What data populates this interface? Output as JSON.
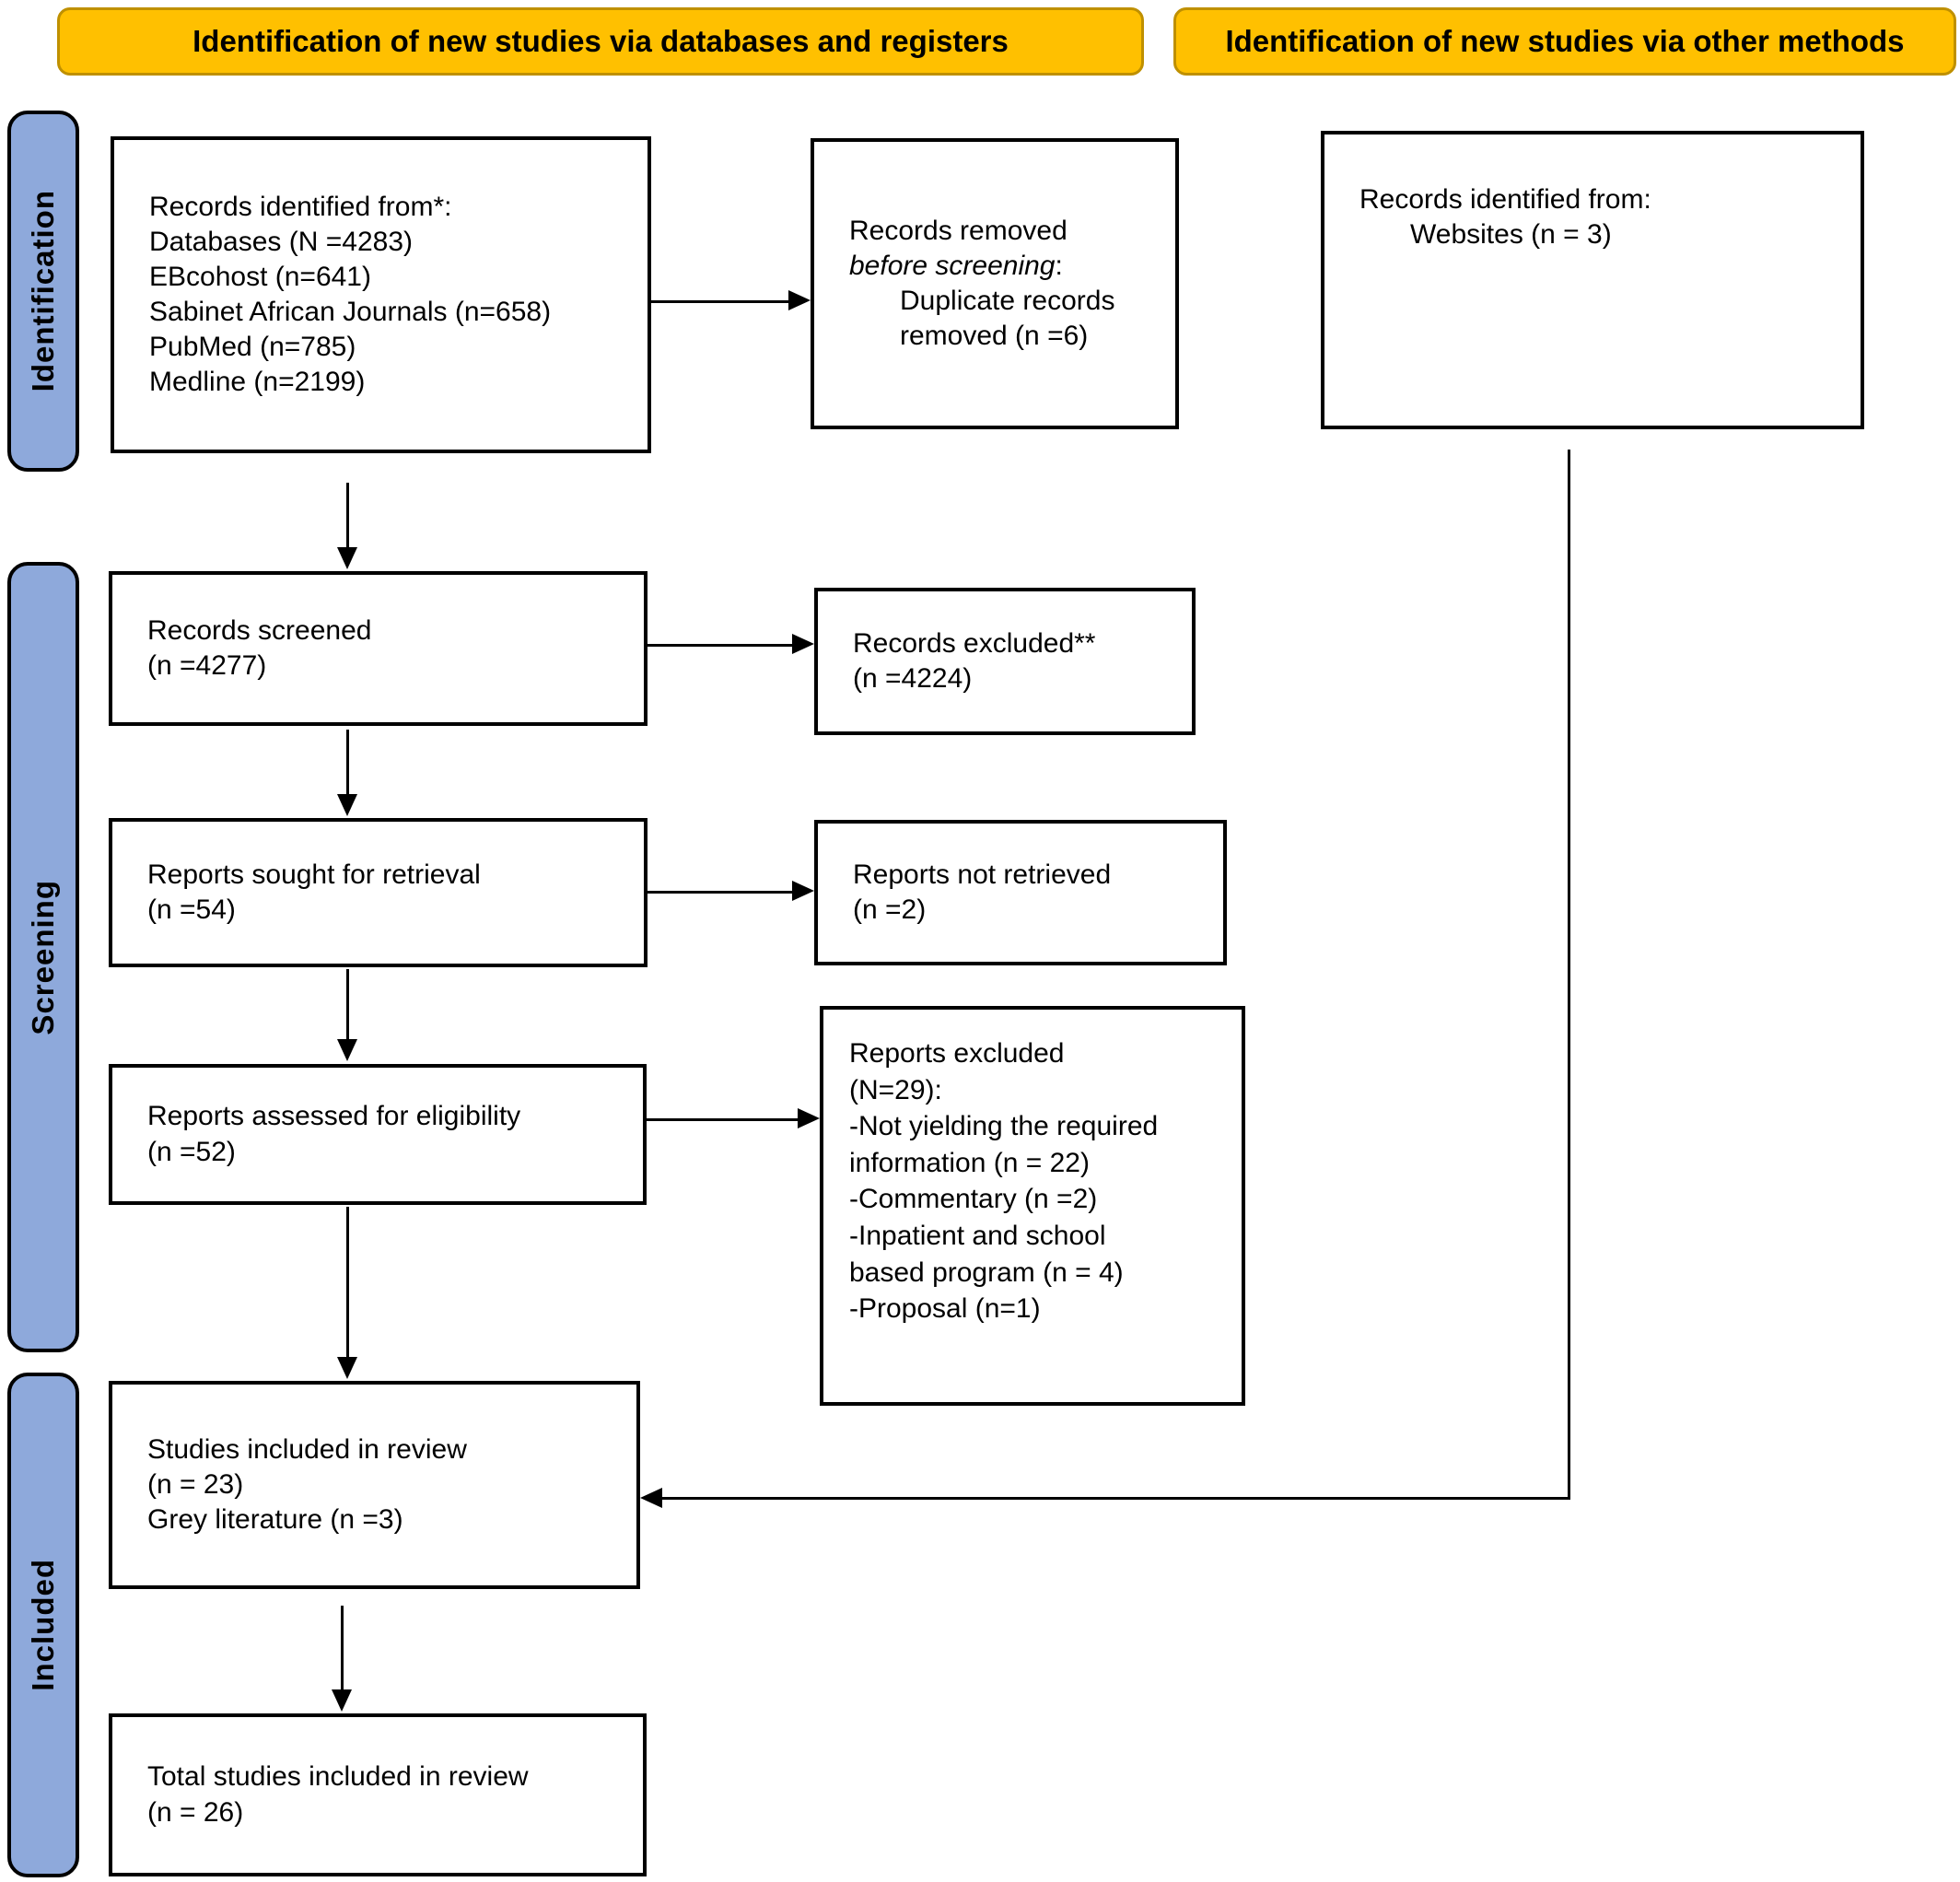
{
  "headers": {
    "databases": "Identification of new studies via databases and registers",
    "other_methods": "Identification of new studies via other methods"
  },
  "stages": {
    "identification": "Identification",
    "screening": "Screening",
    "included": "Included"
  },
  "colors": {
    "header_fill": "#FFC000",
    "header_border": "#BF9000",
    "stage_fill": "#8EA9DB",
    "box_border": "#000000",
    "background": "#FFFFFF"
  },
  "boxes": {
    "records_identified": {
      "text": "Records identified from*:\nDatabases (N =4283)\nEBcohost (n=641)\nSabinet African Journals (n=658)\nPubMed (n=785)\nMedline (n=2199)"
    },
    "records_removed": {
      "line1": "Records removed",
      "line2_italic": "before screening",
      "line2_suffix": ":",
      "line3": "Duplicate records",
      "line4": "removed (n =6)"
    },
    "websites": {
      "line1": "Records identified from:",
      "line2": "Websites (n = 3)"
    },
    "records_screened": {
      "text": "Records screened\n(n =4277)"
    },
    "records_excluded": {
      "text": "Records excluded**\n(n =4224)"
    },
    "reports_sought": {
      "text": "Reports sought for retrieval\n(n =54)"
    },
    "reports_not_retrieved": {
      "text": "Reports not retrieved\n(n =2)"
    },
    "reports_assessed": {
      "text": "Reports assessed for eligibility\n(n =52)"
    },
    "reports_excluded": {
      "text": "Reports excluded\n(N=29):\n-Not yielding the required\ninformation (n = 22)\n-Commentary (n =2)\n-Inpatient and school\nbased program (n = 4)\n-Proposal (n=1)"
    },
    "studies_included": {
      "text": "Studies included in review\n(n = 23)\nGrey literature (n =3)"
    },
    "total_studies": {
      "text": "Total studies included in review\n(n = 26)"
    }
  }
}
